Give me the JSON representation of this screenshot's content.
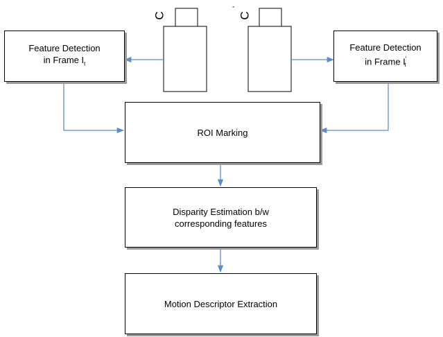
{
  "nodes": {
    "feature_left": {
      "line1": "Feature Detection",
      "line2": "in Frame I",
      "sub": "t"
    },
    "feature_right": {
      "line1": "Feature Detection",
      "line2": "in Frame I",
      "prime": "'",
      "sub": "t"
    },
    "roi": {
      "label": "ROI Marking"
    },
    "disparity": {
      "line1": "Disparity Estimation b/w",
      "line2": "corresponding features"
    },
    "motion": {
      "label": "Motion Descriptor Extraction"
    }
  },
  "cameras": {
    "left": {
      "label": "C"
    },
    "right": {
      "label": "C",
      "prime": "'"
    }
  },
  "colors": {
    "arrow": "#5b8ec8",
    "border": "#000000",
    "shadow": "#9a9a9a"
  }
}
